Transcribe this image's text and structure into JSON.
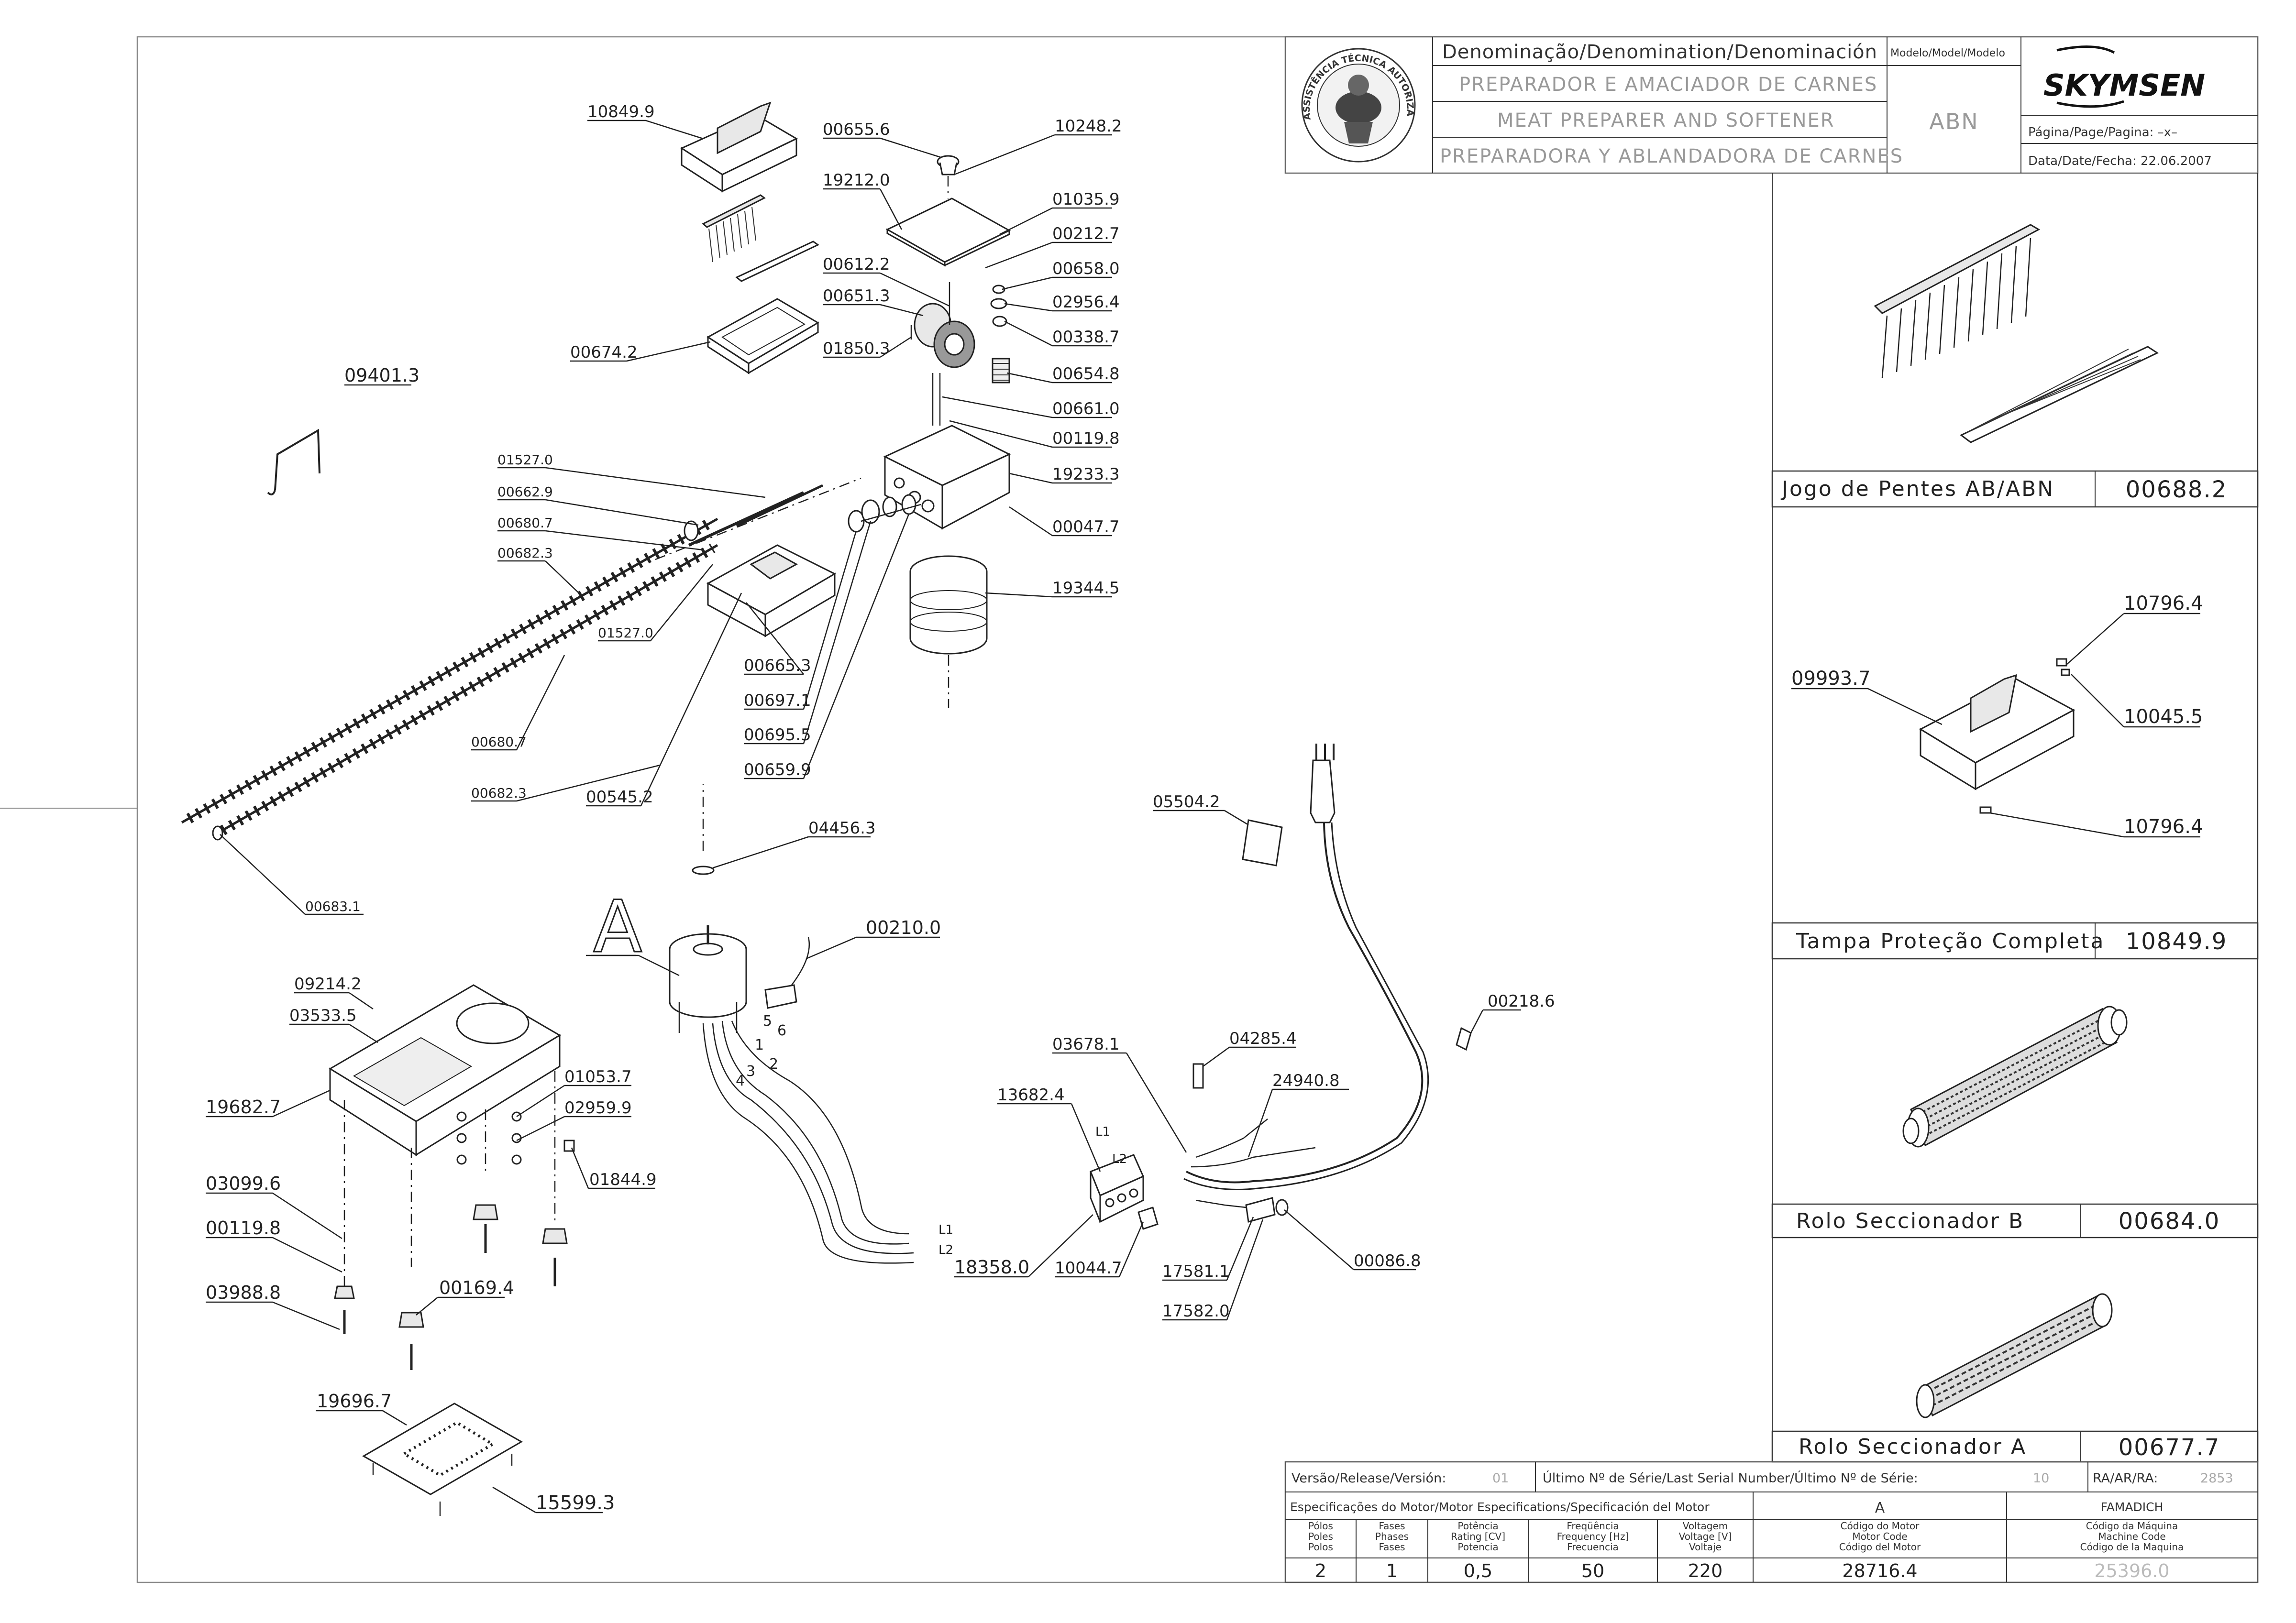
{
  "title_block": {
    "header": "Denominação/Denomination/Denominación",
    "name_pt": "PREPARADOR E AMACIADOR DE CARNES",
    "name_en": "MEAT PREPARER AND SOFTENER",
    "name_es": "PREPARADORA Y ABLANDADORA DE CARNES",
    "model_header": "Modelo/Model/Modelo",
    "model": "ABN",
    "brand": "SKYMSEN",
    "page_label": "Página/Page/Pagina: –x–",
    "date_label": "Data/Date/Fecha: 22.06.2007",
    "seal_text": "ASSISTÊNCIA TÉCNICA AUTORIZADA"
  },
  "parts": {
    "p10849_9": "10849.9",
    "p00655_6": "00655.6",
    "p10248_2": "10248.2",
    "p19212_0": "19212.0",
    "p01035_9": "01035.9",
    "p00212_7": "00212.7",
    "p00612_2": "00612.2",
    "p00658_0": "00658.0",
    "p00651_3": "00651.3",
    "p02956_4": "02956.4",
    "p00674_2": "00674.2",
    "p01850_3": "01850.3",
    "p00338_7": "00338.7",
    "p00654_8": "00654.8",
    "p09401_3": "09401.3",
    "p00661_0": "00661.0",
    "p00119_8a": "00119.8",
    "p01527_0a": "01527.0",
    "p19233_3": "19233.3",
    "p00662_9": "00662.9",
    "p00680_7a": "00680.7",
    "p00047_7": "00047.7",
    "p00682_3a": "00682.3",
    "p19344_5": "19344.5",
    "p01527_0b": "01527.0",
    "p00665_3": "00665.3",
    "p00697_1": "00697.1",
    "p00695_5": "00695.5",
    "p00680_7b": "00680.7",
    "p00659_9": "00659.9",
    "p00682_3b": "00682.3",
    "p00545_2": "00545.2",
    "p04456_3": "04456.3",
    "p00683_1": "00683.1",
    "p00210_0": "00210.0",
    "p09214_2": "09214.2",
    "p03533_5": "03533.5",
    "p01053_7": "01053.7",
    "p19682_7": "19682.7",
    "p02959_9": "02959.9",
    "p01844_9": "01844.9",
    "p03099_6": "03099.6",
    "p00119_8b": "00119.8",
    "p00169_4": "00169.4",
    "p03988_8": "03988.8",
    "p19696_7": "19696.7",
    "p15599_3": "15599.3",
    "p05504_2": "05504.2",
    "p00218_6": "00218.6",
    "p04285_4": "04285.4",
    "p03678_1": "03678.1",
    "p24940_8": "24940.8",
    "p13682_4": "13682.4",
    "p18358_0": "18358.0",
    "p10044_7": "10044.7",
    "p17581_1": "17581.1",
    "p00086_8": "00086.8",
    "p17582_0": "17582.0",
    "p09993_7": "09993.7",
    "p10796_4a": "10796.4",
    "p10045_5": "10045.5",
    "p10796_4b": "10796.4"
  },
  "view_marker": "A",
  "wire_labels": {
    "w1": "1",
    "w2": "2",
    "w3": "3",
    "w4": "4",
    "w5": "5",
    "w6": "6",
    "l1": "L1",
    "l2": "L2",
    "l1b": "L1",
    "l2b": "L2"
  },
  "panels": [
    {
      "caption": "Jogo de Pentes AB/ABN",
      "code": "00688.2"
    },
    {
      "caption": "Tampa   Proteção Completa",
      "code": "10849.9"
    },
    {
      "caption": "Rolo Seccionador B",
      "code": "00684.0"
    },
    {
      "caption": "Rolo Seccionador A",
      "code": "00677.7"
    }
  ],
  "release": {
    "version_label": "Versão/Release/Versión:",
    "version": "01",
    "serial_label": "Último Nº de Série/Last Serial Number/Último Nº de Série:",
    "serial": "10",
    "ra_label": "RA/AR/RA:",
    "ra": "2853"
  },
  "motor": {
    "header": "Especificações do Motor/Motor Especifications/Specificación del Motor",
    "motor_code_label": "A",
    "machine_code_label": "FAMADICH",
    "cols": [
      {
        "h1": "Pólos",
        "h2": "Poles",
        "h3": "Polos",
        "value": "2"
      },
      {
        "h1": "Fases",
        "h2": "Phases",
        "h3": "Fases",
        "value": "1"
      },
      {
        "h1": "Potência",
        "h2": "Rating [CV]",
        "h3": "Potencia",
        "value": "0,5"
      },
      {
        "h1": "Freqüência",
        "h2": "Frequency [Hz]",
        "h3": "Frecuencia",
        "value": "50"
      },
      {
        "h1": "Voltagem",
        "h2": "Voltage [V]",
        "h3": "Voltaje",
        "value": "220"
      },
      {
        "h1": "Código do Motor",
        "h2": "Motor Code",
        "h3": "Código del Motor",
        "value": "28716.4"
      },
      {
        "h1": "Código da Máquina",
        "h2": "Machine Code",
        "h3": "Código de la Maquina",
        "value": "25396.0"
      }
    ]
  }
}
